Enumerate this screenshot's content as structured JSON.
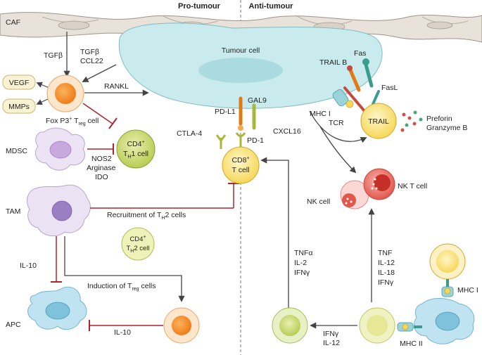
{
  "header": {
    "left": "Pro-tumour",
    "right": "Anti-tumour"
  },
  "labels": {
    "caf": "CAF",
    "tumour_cell": "Tumour cell",
    "tgfb_left": "TGFβ",
    "tgfb_ccl22_1": "TGFβ",
    "tgfb_ccl22_2": "CCL22",
    "rankl": "RANKL",
    "vegf": "VEGF",
    "mmps": "MMPs",
    "treg_main": "Fox P3",
    "treg_sup": "+",
    "treg_t": " T",
    "treg_sub": "reg",
    "treg_end": " cell",
    "mdsc": "MDSC",
    "nos2": "NOS2",
    "arginase": "Arginase",
    "ido": "IDO",
    "cd4_th1_a": "CD4",
    "cd4_th1_b": "T",
    "cd4_th1_sub": "H",
    "cd4_th1_c": "1 cell",
    "tam": "TAM",
    "recruitment_a": "Recruitment of T",
    "recruitment_sub": "H",
    "recruitment_b": "2 cells",
    "cd4_th2_a": "CD4",
    "cd4_th2_b": "T",
    "cd4_th2_sub": "H",
    "cd4_th2_c": "2 cell",
    "il10_vertical": "IL-10",
    "induction_a": "Induction of T",
    "induction_sub": "reg",
    "induction_b": " cells",
    "apc": "APC",
    "il10_horizontal": "IL-10",
    "pdl1": "PD-L1",
    "gal9": "GAL9",
    "ctla4": "CTLA-4",
    "pd1": "PD-1",
    "cd8_a": "CD8",
    "cd8_sup": "+",
    "cd8_b": "T cell",
    "trail_b": "TRAIL B",
    "fas": "Fas",
    "fasl": "FasL",
    "mhc1_top": "MHC I",
    "tcr": "TCR",
    "trail": "TRAIL",
    "preforin": "Preforin",
    "granzyme": "Granzyme B",
    "cxcl16": "CXCL16",
    "nk_cell": "NK cell",
    "nkt_cell": "NK T cell",
    "tnfa": "TNFα",
    "il2": "IL-2",
    "ifng_1": "IFNγ",
    "tnf": "TNF",
    "il12_1": "IL-12",
    "il18": "IL-18",
    "ifng_2": "IFNγ",
    "mhc1_right": "MHC I",
    "mhc2": "MHC II",
    "ifng_3": "IFNγ",
    "il12_2": "IL-12"
  }
}
